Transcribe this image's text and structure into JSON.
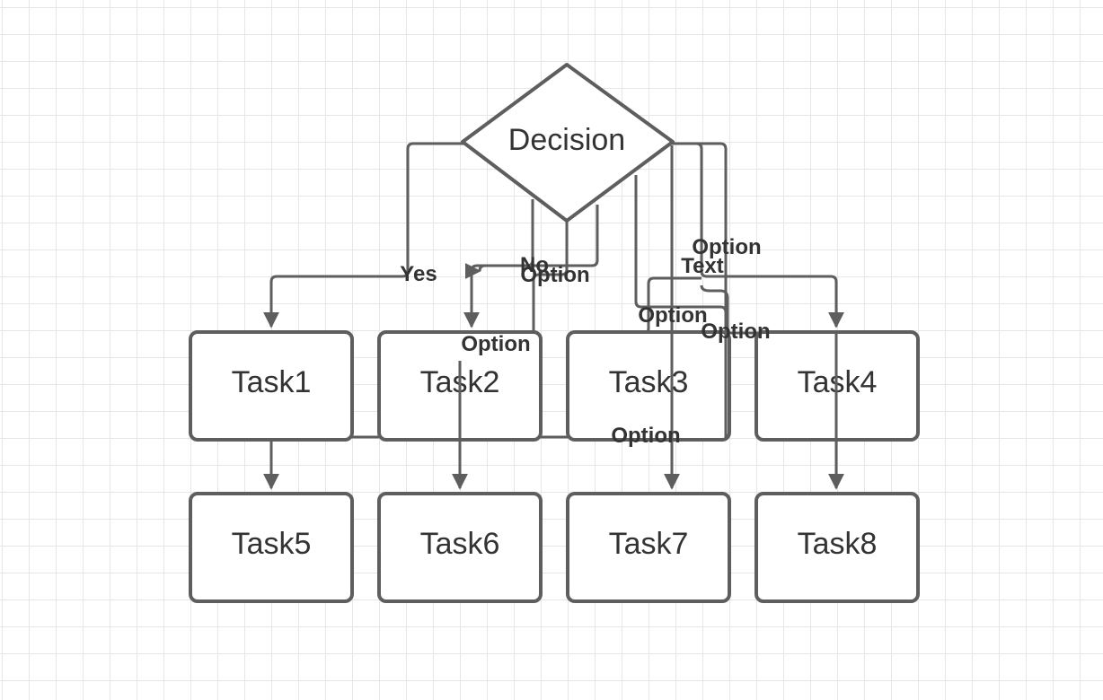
{
  "diagram": {
    "decision": {
      "label": "Decision"
    },
    "tasks": [
      {
        "id": "task1",
        "label": "Task1"
      },
      {
        "id": "task2",
        "label": "Task2"
      },
      {
        "id": "task3",
        "label": "Task3"
      },
      {
        "id": "task4",
        "label": "Task4"
      },
      {
        "id": "task5",
        "label": "Task5"
      },
      {
        "id": "task6",
        "label": "Task6"
      },
      {
        "id": "task7",
        "label": "Task7"
      },
      {
        "id": "task8",
        "label": "Task8"
      }
    ],
    "edge_labels": {
      "yes": "Yes",
      "no": "No",
      "option_1": "Option",
      "option_2": "Option",
      "text": "Text",
      "option_3": "Option",
      "option_4": "Option",
      "option_5": "Option",
      "option_6": "Option"
    },
    "colors": {
      "stroke": "#5e5e5e",
      "text": "#333333",
      "grid": "#e6e6e6",
      "background": "#ffffff"
    }
  }
}
